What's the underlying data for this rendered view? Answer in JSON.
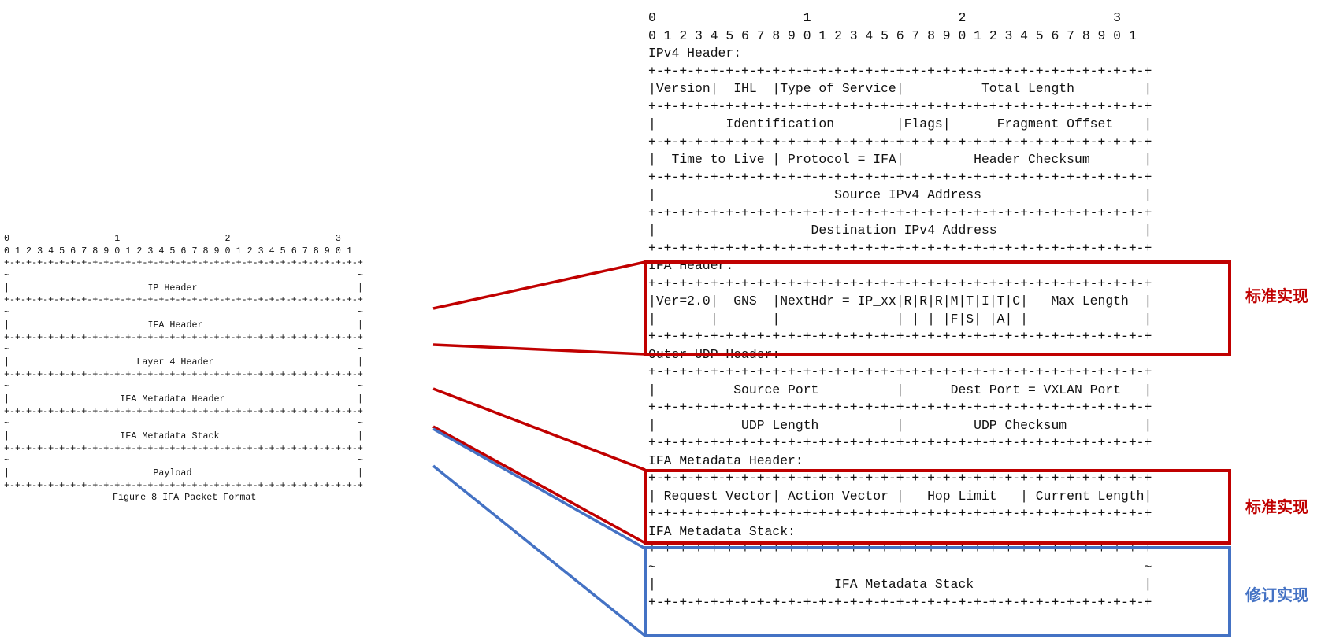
{
  "left_diagram": {
    "ruler_tens": "0                   1                   2                   3",
    "ruler_units": "0 1 2 3 4 5 6 7 8 9 0 1 2 3 4 5 6 7 8 9 0 1 2 3 4 5 6 7 8 9 0 1",
    "border": "+-+-+-+-+-+-+-+-+-+-+-+-+-+-+-+-+-+-+-+-+-+-+-+-+-+-+-+-+-+-+-+-+",
    "rows": [
      {
        "tilde": "~                                                               ~",
        "content": "|                         IP Header                             |"
      },
      {
        "tilde": "~                                                               ~",
        "content": "|                         IFA Header                            |"
      },
      {
        "tilde": "~                                                               ~",
        "content": "|                       Layer 4 Header                          |"
      },
      {
        "tilde": "~                                                               ~",
        "content": "|                    IFA Metadata Header                        |"
      },
      {
        "tilde": "~                                                               ~",
        "content": "|                    IFA Metadata Stack                         |"
      },
      {
        "tilde": "~                                                               ~",
        "content": "|                          Payload                              |"
      }
    ],
    "caption": "Figure 8 IFA Packet Format"
  },
  "right_diagram": {
    "ruler_tens": "0                   1                   2                   3",
    "ruler_units": "0 1 2 3 4 5 6 7 8 9 0 1 2 3 4 5 6 7 8 9 0 1 2 3 4 5 6 7 8 9 0 1",
    "border": "+-+-+-+-+-+-+-+-+-+-+-+-+-+-+-+-+-+-+-+-+-+-+-+-+-+-+-+-+-+-+-+-+",
    "sections": [
      {
        "title": "IPv4 Header:",
        "lines": [
          "+-+-+-+-+-+-+-+-+-+-+-+-+-+-+-+-+-+-+-+-+-+-+-+-+-+-+-+-+-+-+-+-+",
          "|Version|  IHL  |Type of Service|          Total Length         |",
          "+-+-+-+-+-+-+-+-+-+-+-+-+-+-+-+-+-+-+-+-+-+-+-+-+-+-+-+-+-+-+-+-+",
          "|         Identification        |Flags|      Fragment Offset    |",
          "+-+-+-+-+-+-+-+-+-+-+-+-+-+-+-+-+-+-+-+-+-+-+-+-+-+-+-+-+-+-+-+-+",
          "|  Time to Live | Protocol = IFA|         Header Checksum       |",
          "+-+-+-+-+-+-+-+-+-+-+-+-+-+-+-+-+-+-+-+-+-+-+-+-+-+-+-+-+-+-+-+-+",
          "|                       Source IPv4 Address                     |",
          "+-+-+-+-+-+-+-+-+-+-+-+-+-+-+-+-+-+-+-+-+-+-+-+-+-+-+-+-+-+-+-+-+",
          "|                    Destination IPv4 Address                   |",
          "+-+-+-+-+-+-+-+-+-+-+-+-+-+-+-+-+-+-+-+-+-+-+-+-+-+-+-+-+-+-+-+-+"
        ]
      },
      {
        "title": "IFA Header:",
        "lines": [
          "+-+-+-+-+-+-+-+-+-+-+-+-+-+-+-+-+-+-+-+-+-+-+-+-+-+-+-+-+-+-+-+-+",
          "|Ver=2.0|  GNS  |NextHdr = IP_xx|R|R|R|M|T|I|T|C|   Max Length  |",
          "|       |       |               | | | |F|S| |A| |               |",
          "+-+-+-+-+-+-+-+-+-+-+-+-+-+-+-+-+-+-+-+-+-+-+-+-+-+-+-+-+-+-+-+-+"
        ]
      },
      {
        "title": "Outer UDP Header:",
        "lines": [
          "+-+-+-+-+-+-+-+-+-+-+-+-+-+-+-+-+-+-+-+-+-+-+-+-+-+-+-+-+-+-+-+-+",
          "|          Source Port          |      Dest Port = VXLAN Port   |",
          "+-+-+-+-+-+-+-+-+-+-+-+-+-+-+-+-+-+-+-+-+-+-+-+-+-+-+-+-+-+-+-+-+",
          "|           UDP Length          |         UDP Checksum          |",
          "+-+-+-+-+-+-+-+-+-+-+-+-+-+-+-+-+-+-+-+-+-+-+-+-+-+-+-+-+-+-+-+-+"
        ]
      },
      {
        "title": "IFA Metadata Header:",
        "lines": [
          "+-+-+-+-+-+-+-+-+-+-+-+-+-+-+-+-+-+-+-+-+-+-+-+-+-+-+-+-+-+-+-+-+",
          "| Request Vector| Action Vector |   Hop Limit   | Current Length|",
          "+-+-+-+-+-+-+-+-+-+-+-+-+-+-+-+-+-+-+-+-+-+-+-+-+-+-+-+-+-+-+-+-+"
        ]
      },
      {
        "title": "IFA Metadata Stack:",
        "lines": [
          "+-+-+-+-+-+-+-+-+-+-+-+-+-+-+-+-+-+-+-+-+-+-+-+-+-+-+-+-+-+-+-+-+",
          "~                                                               ~",
          "|                       IFA Metadata Stack                      |",
          "+-+-+-+-+-+-+-+-+-+-+-+-+-+-+-+-+-+-+-+-+-+-+-+-+-+-+-+-+-+-+-+-+"
        ]
      }
    ]
  },
  "labels": {
    "ifa_header": "标准实现",
    "metadata_header": "标准实现",
    "metadata_stack": "修订实现"
  },
  "colors": {
    "red": "#c00000",
    "blue": "#4472c4"
  }
}
